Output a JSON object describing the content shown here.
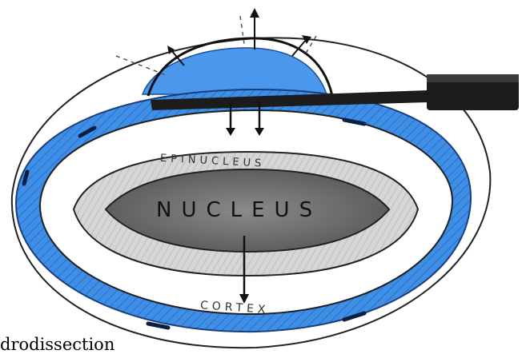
{
  "diagram": {
    "labels": {
      "epinucleus": "EPINUCLEUS",
      "nucleus": "NUCLEUS",
      "cortex": "CORTEX"
    },
    "caption": "drodissection"
  },
  "colors": {
    "fluid_blue": "#3f8fe6",
    "nucleus_dark": "#6e6e6e",
    "epinucleus_grey": "#cfcfcf",
    "cannula_black": "#1c1c1c"
  }
}
